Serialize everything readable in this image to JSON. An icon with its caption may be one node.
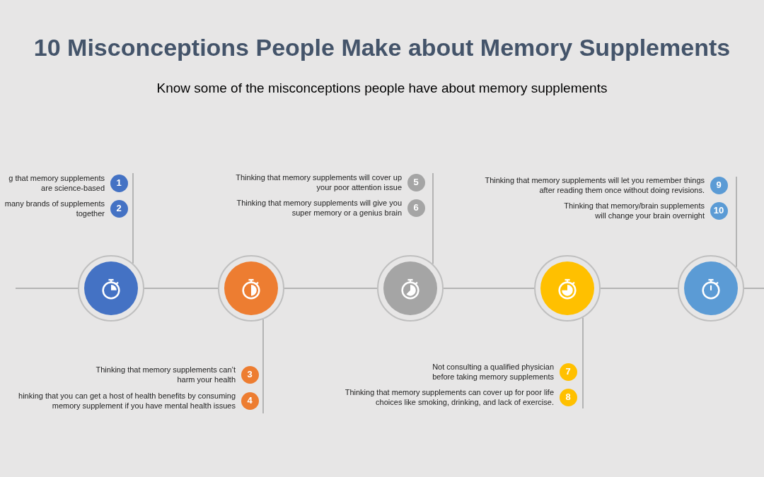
{
  "diagram": {
    "title": "10 Misconceptions People Make about Memory Supplements",
    "caption": "Know some of the misconceptions people have about memory supplements",
    "nodes": [
      {
        "text": [],
        "shape": "circle"
      },
      {
        "text": [],
        "shape": "circle"
      },
      {
        "text": [],
        "shape": "circle"
      },
      {
        "text": [],
        "shape": "circle"
      },
      {
        "text": [],
        "shape": "circle"
      },
      {
        "text": [
          "1"
        ],
        "beside": [
          "g that memory supplements are science-based"
        ]
      },
      {
        "text": [
          "2"
        ],
        "beside": [
          "many brands of supplements together"
        ]
      },
      {
        "text": [
          "3"
        ],
        "beside": [
          "Thinking that memory supplements can’t harm your health"
        ]
      },
      {
        "text": [
          "4"
        ],
        "beside": [
          "hinking that you can get a host of health benefits by consuming memory supplement if you have mental health issues"
        ]
      },
      {
        "text": [
          "5"
        ],
        "beside": [
          "Thinking that memory supplements will cover up your poor attention issue"
        ]
      },
      {
        "text": [
          "6"
        ],
        "beside": [
          "Thinking that memory supplements will give you super memory or a genius brain"
        ]
      },
      {
        "text": [
          "7"
        ],
        "beside": [
          "Not consulting a qualified physician before taking memory supplements"
        ]
      },
      {
        "text": [
          "8"
        ],
        "beside": [
          "Thinking that memory supplements can cover up for poor life choices like smoking, drinking, and lack of exercise."
        ]
      },
      {
        "text": [
          "9"
        ],
        "beside": [
          "Thinking that memory supplements will let you remember things after reading them once without doing revisions."
        ]
      },
      {
        "text": [
          "10"
        ],
        "beside": [
          "Thinking that memory/brain supplements will change your brain overnight"
        ]
      }
    ],
    "edges": [
      {
        "from": null,
        "to": 0,
        "arrow": "none"
      },
      {
        "from": 0,
        "to": 1,
        "arrow": "none"
      },
      {
        "from": 1,
        "to": 2,
        "arrow": "none"
      },
      {
        "from": 2,
        "to": 3,
        "arrow": "none"
      },
      {
        "from": 3,
        "to": 4,
        "arrow": "none"
      },
      {
        "from": 4,
        "to": null,
        "arrow": "none"
      },
      {
        "from": 0,
        "to": 5,
        "arrow": "none"
      },
      {
        "from": 1,
        "to": 8,
        "arrow": "none"
      },
      {
        "from": 2,
        "to": 9,
        "arrow": "none"
      },
      {
        "from": 3,
        "to": 12,
        "arrow": "none"
      },
      {
        "from": 4,
        "to": 13,
        "arrow": "none"
      }
    ]
  }
}
